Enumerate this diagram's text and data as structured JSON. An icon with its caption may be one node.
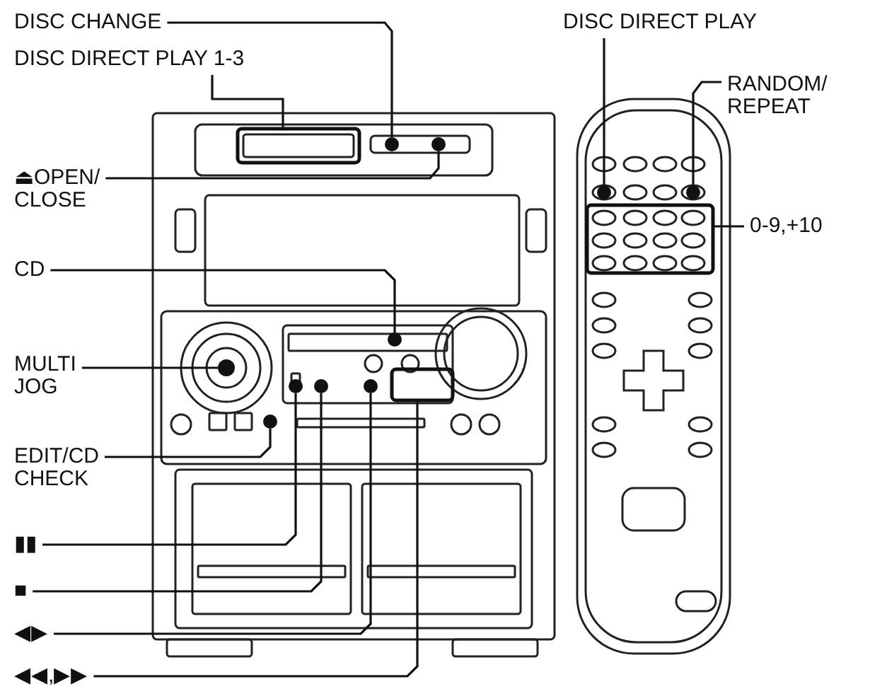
{
  "diagram": {
    "nodes": [
      {
        "text": [
          "DISC CHANGE"
        ]
      },
      {
        "text": [
          "DISC DIRECT PLAY 1-3"
        ]
      },
      {
        "text": [
          "⏏OPEN/ CLOSE"
        ]
      },
      {
        "text": [
          "CD"
        ]
      },
      {
        "text": [
          "MULTI JOG"
        ]
      },
      {
        "text": [
          "EDIT/CD CHECK"
        ]
      },
      {
        "text": [
          "▮▮"
        ]
      },
      {
        "text": [
          "■"
        ]
      },
      {
        "text": [
          "◀▶"
        ]
      },
      {
        "text": [
          "◀◀,▶▶"
        ]
      },
      {
        "text": [
          "DISC DIRECT PLAY"
        ]
      },
      {
        "text": [
          "RANDOM/ REPEAT"
        ]
      },
      {
        "text": [
          "0-9,+10"
        ]
      },
      {
        "text": [],
        "shape": "circle"
      },
      {
        "text": [],
        "shape": "box"
      },
      {
        "text": [],
        "shape": "circle"
      },
      {
        "text": [],
        "shape": "circle"
      },
      {
        "text": [],
        "shape": "circle"
      },
      {
        "text": [],
        "shape": "circle"
      },
      {
        "text": [],
        "shape": "circle"
      },
      {
        "text": [],
        "shape": "circle"
      },
      {
        "text": [],
        "shape": "circle"
      },
      {
        "text": [],
        "shape": "box"
      },
      {
        "text": [],
        "shape": "circle"
      },
      {
        "text": [],
        "shape": "circle"
      },
      {
        "text": [],
        "shape": "box"
      }
    ],
    "edges": [
      {
        "from": 0,
        "to": 13,
        "arrow": "none"
      },
      {
        "from": 1,
        "to": 14,
        "arrow": "none"
      },
      {
        "from": 2,
        "to": 15,
        "arrow": "none"
      },
      {
        "from": 3,
        "to": 16,
        "arrow": "none"
      },
      {
        "from": 4,
        "to": 17,
        "arrow": "none"
      },
      {
        "from": 5,
        "to": 18,
        "arrow": "none"
      },
      {
        "from": 6,
        "to": 19,
        "arrow": "none"
      },
      {
        "from": 7,
        "to": 20,
        "arrow": "none"
      },
      {
        "from": 8,
        "to": 21,
        "arrow": "none"
      },
      {
        "from": 9,
        "to": 22,
        "arrow": "none"
      },
      {
        "from": 10,
        "to": 23,
        "arrow": "none"
      },
      {
        "from": 11,
        "to": 24,
        "arrow": "none"
      },
      {
        "from": 12,
        "to": 25,
        "arrow": "none"
      }
    ]
  }
}
